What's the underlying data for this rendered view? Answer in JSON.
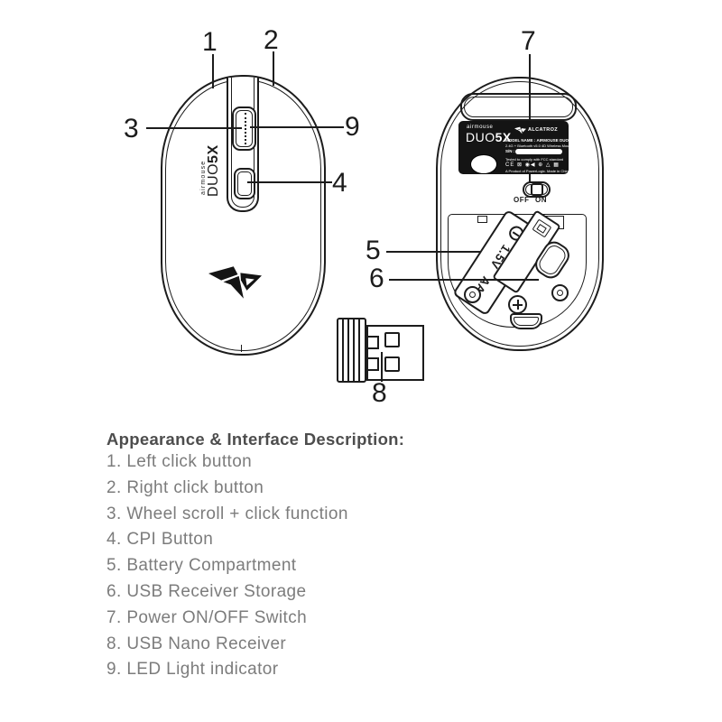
{
  "callout_labels": [
    "1",
    "2",
    "3",
    "4",
    "5",
    "6",
    "7",
    "8",
    "9"
  ],
  "top_view": {
    "brand_prefix": "airmouse",
    "brand_duo": "DUO",
    "brand_5x": "5X"
  },
  "bottom_view": {
    "label": {
      "brand_prefix": "airmouse",
      "brand_duo": "DUO",
      "brand_5x": "5X",
      "logo_text": "ALCATROZ",
      "model_line": "MODEL NAME : AIRMOUSE DUO 5X",
      "spec_line": "2.4G + Bluetooth v5.0 4D Wireless Mouse",
      "sn_label": "S/N :",
      "fcc_line": "Tested to comply with FCC standard",
      "cert_icons": "CE ⊠ ◉◀ ⊕ △ ▦",
      "origin_line": "A Product of PowerLogic. Made in China"
    },
    "switch_off": "OFF",
    "switch_on": "ON",
    "battery_voltage": "1.5V",
    "battery_size": "AA"
  },
  "description": {
    "heading": "Appearance & Interface Description:",
    "items": [
      "1. Left click button",
      "2. Right click button",
      "3. Wheel scroll + click function",
      "4. CPI Button",
      "5. Battery Compartment",
      "6. USB Receiver Storage",
      "7. Power ON/OFF Switch",
      "8. USB Nano Receiver",
      "9. LED Light indicator"
    ]
  },
  "colors": {
    "line": "#1c1c1c",
    "label_bg": "#141414",
    "heading_text": "#4d4d4d",
    "list_text": "#7c7c7c"
  }
}
